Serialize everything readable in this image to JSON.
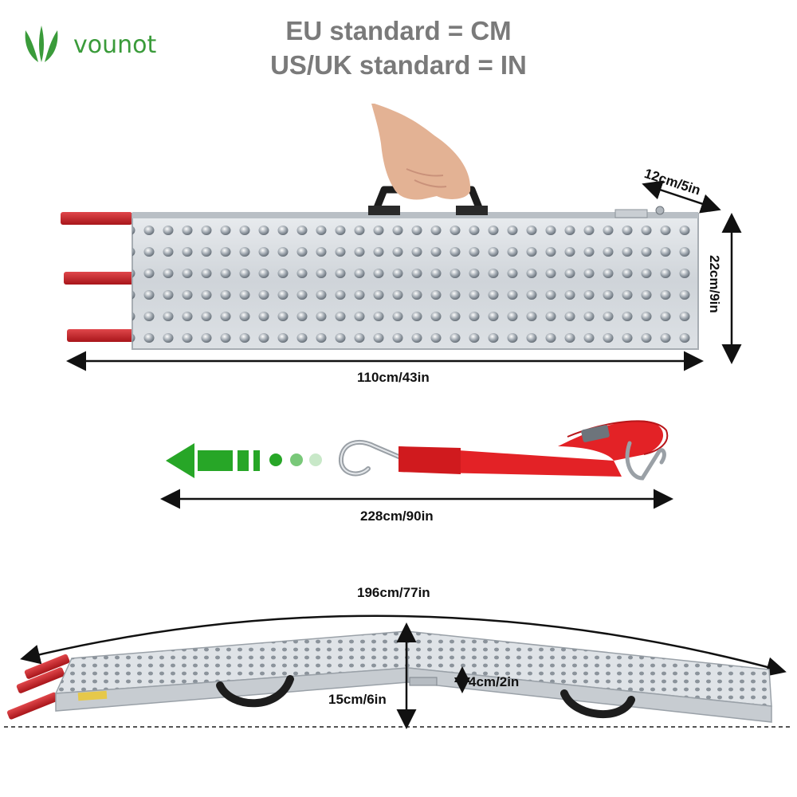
{
  "brand": {
    "name": "vounot",
    "logo_icon": "leaf-logo-icon",
    "color": "#3a9b3a"
  },
  "header": {
    "line1": "EU standard = CM",
    "line2": "US/UK standard = IN"
  },
  "ramp_folded": {
    "length_label": "110cm/43in",
    "height_label": "22cm/9in",
    "depth_label": "12cm/5in",
    "handle_color": "#c92024"
  },
  "strap": {
    "length_label": "228cm/90in",
    "color": "#e32226",
    "arrow_icon": "arrow-left-icon",
    "arrow_color": "#27a627"
  },
  "ramp_unfolded": {
    "length_label": "196cm/77in",
    "height_label": "15cm/6in",
    "rise_label": "4cm/2in"
  }
}
